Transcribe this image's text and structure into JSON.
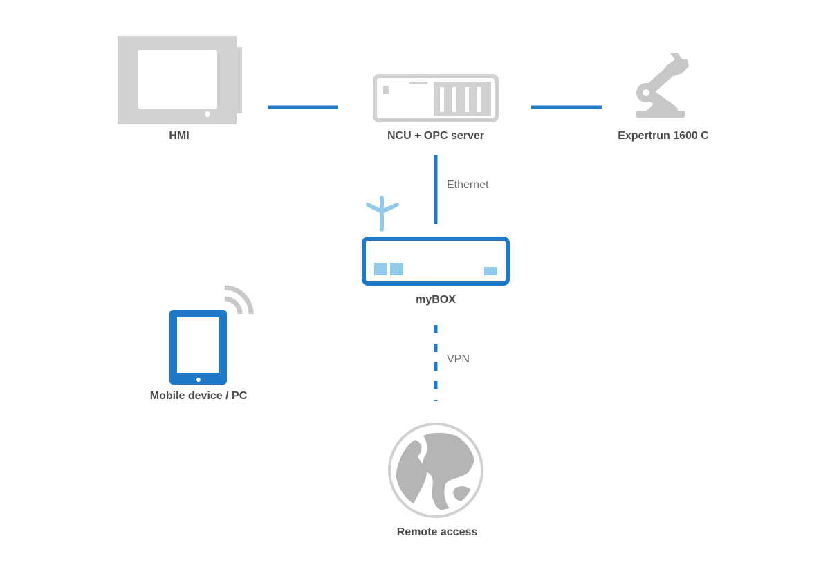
{
  "nodes": {
    "hmi": {
      "label": "HMI",
      "icon": "monitor-icon"
    },
    "ncu": {
      "label": "NCU + OPC server",
      "icon": "server-icon"
    },
    "robot": {
      "label": "Expertrun 1600 C",
      "icon": "robot-arm-icon"
    },
    "mybox": {
      "label": "myBOX",
      "icon": "router-icon"
    },
    "mobile": {
      "label": "Mobile device / PC",
      "icon": "tablet-icon"
    },
    "remote": {
      "label": "Remote access",
      "icon": "globe-icon"
    }
  },
  "links": {
    "ethernet": {
      "label": "Ethernet"
    },
    "vpn": {
      "label": "VPN"
    }
  },
  "colors": {
    "blue": "#1f78c8",
    "light_blue": "#92cbe9",
    "grey": "#d1d1d1",
    "text": "#4a4a4a"
  }
}
